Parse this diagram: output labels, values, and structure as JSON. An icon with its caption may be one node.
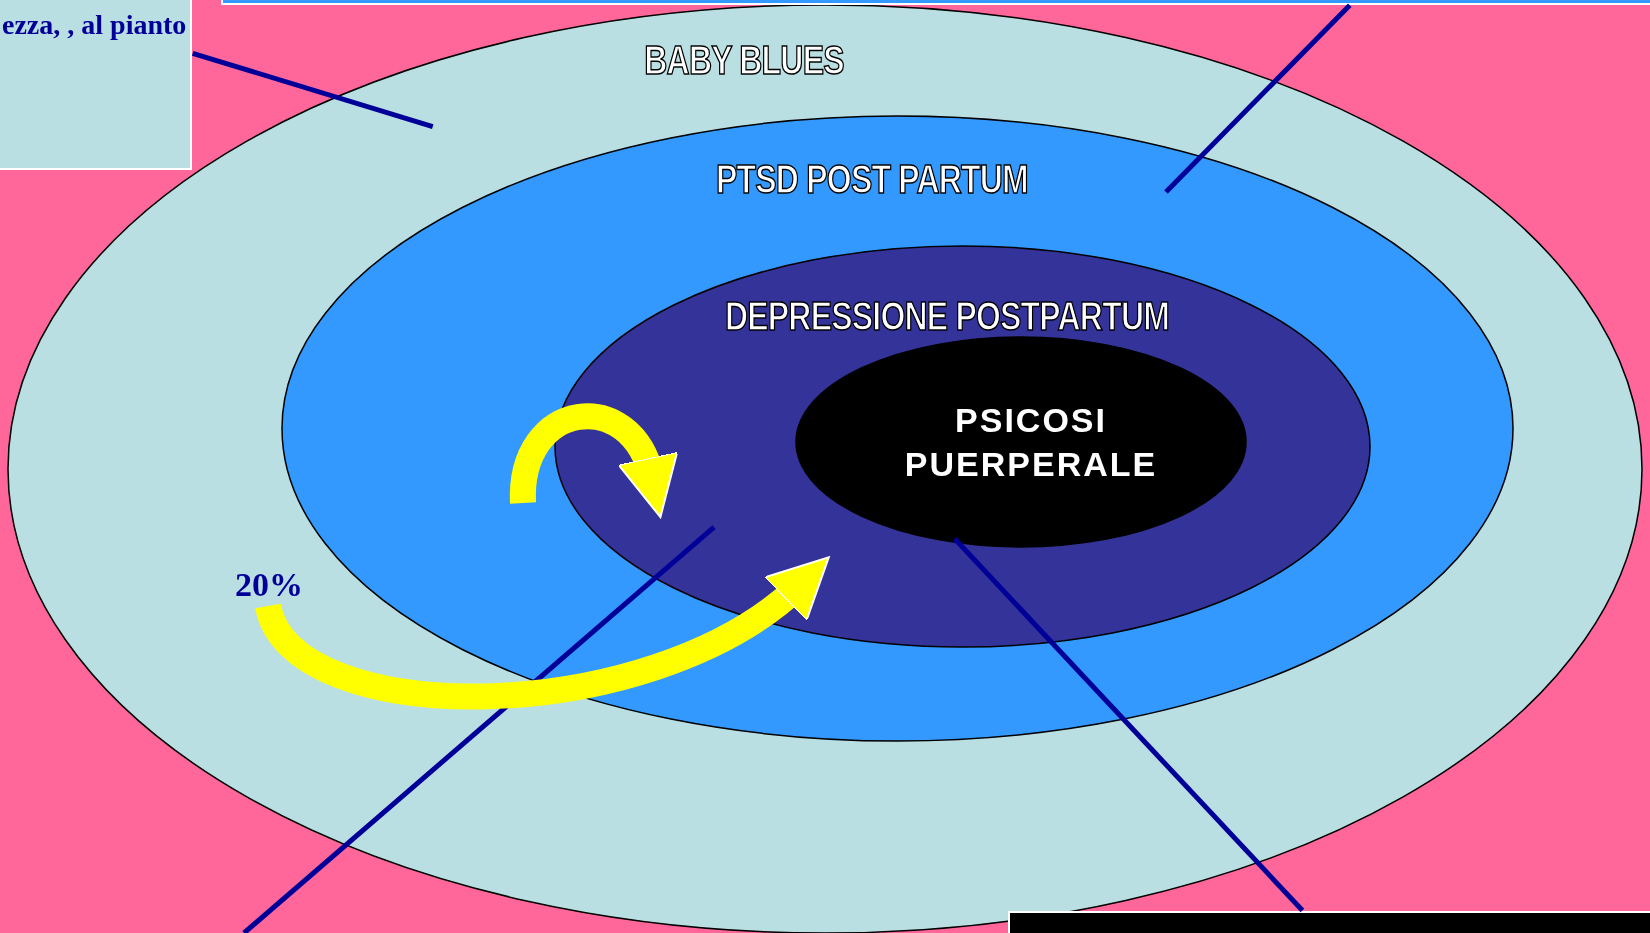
{
  "diagram": {
    "nodes": [
      {
        "text": [
          "ezza, , al pianto"
        ]
      },
      {
        "text": [],
        "shape": "box"
      },
      {
        "text": [
          "BABY BLUES"
        ]
      },
      {
        "text": [
          "PTSD POST PARTUM"
        ],
        "in": 2
      },
      {
        "text": [
          "DEPRESSIONE POSTPARTUM"
        ],
        "in": 3
      },
      {
        "text": [
          "PSICOSI PUERPERALE"
        ],
        "in": 4
      },
      {
        "text": [],
        "shape": "box"
      }
    ],
    "edges": [
      {
        "from": 0,
        "to": 2,
        "arrow": "none"
      },
      {
        "from": 1,
        "to": 3,
        "arrow": "none"
      },
      {
        "from": null,
        "to": 4,
        "arrow": "none"
      },
      {
        "from": 6,
        "to": 5,
        "arrow": "none"
      },
      {
        "from": null,
        "to": 4,
        "arrow": "to",
        "style": "thick",
        "color": "#ffff00"
      },
      {
        "from": null,
        "to": 5,
        "arrow": "to",
        "style": "thick",
        "color": "#ffff00",
        "label": "20%"
      }
    ]
  }
}
